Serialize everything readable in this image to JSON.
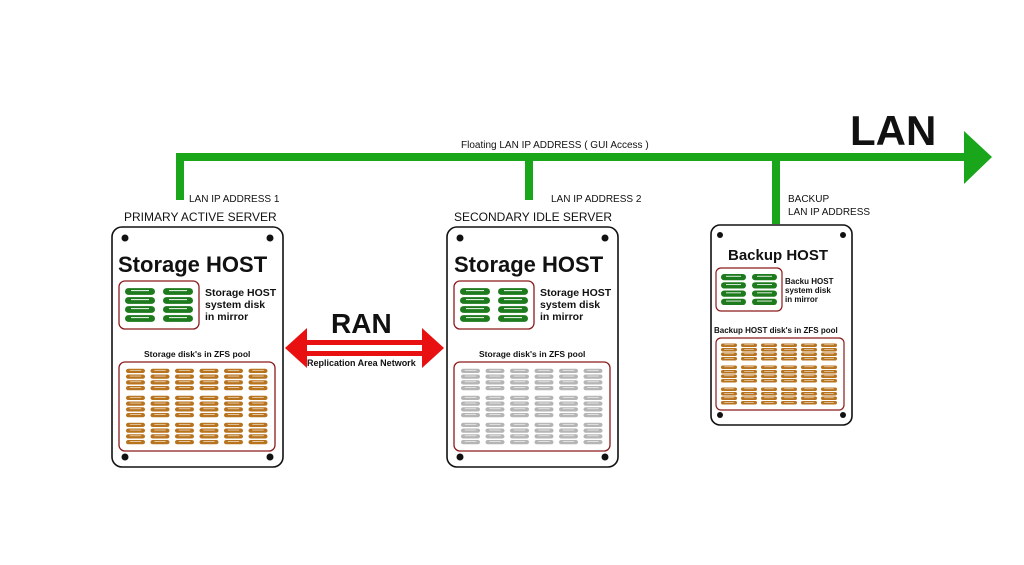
{
  "lan": {
    "title": "LAN",
    "floating_label": "Floating LAN IP ADDRESS ( GUI Access )",
    "ip1_label": "LAN IP ADDRESS 1",
    "ip2_label": "LAN IP ADDRESS 2",
    "backup_label_line1": "BACKUP",
    "backup_label_line2": "LAN IP ADDRESS",
    "color": "#1aa61a"
  },
  "ran": {
    "title": "RAN",
    "subtitle": "Replication Area Network",
    "color": "#e81010"
  },
  "servers": {
    "primary": {
      "caption": "PRIMARY ACTIVE SERVER",
      "host_title": "Storage HOST",
      "system_disk_line1": "Storage HOST",
      "system_disk_line2": "system disk",
      "system_disk_line3": "in mirror",
      "pool_label": "Storage disk's in ZFS pool",
      "pool_disk_color": "#b8731e"
    },
    "secondary": {
      "caption": "SECONDARY IDLE SERVER",
      "host_title": "Storage HOST",
      "system_disk_line1": "Storage HOST",
      "system_disk_line2": "system disk",
      "system_disk_line3": "in mirror",
      "pool_label": "Storage disk's in ZFS pool",
      "pool_disk_color": "#b5b5b5"
    },
    "backup": {
      "host_title": "Backup  HOST",
      "system_disk_line1": "Backu HOST",
      "system_disk_line2": "system disk",
      "system_disk_line3": "in mirror",
      "pool_label": "Backup HOST disk's in ZFS pool",
      "pool_disk_color": "#b8731e"
    }
  },
  "colors": {
    "system_disk": "#1d7a1d",
    "frame_border": "#8b1a1a"
  }
}
